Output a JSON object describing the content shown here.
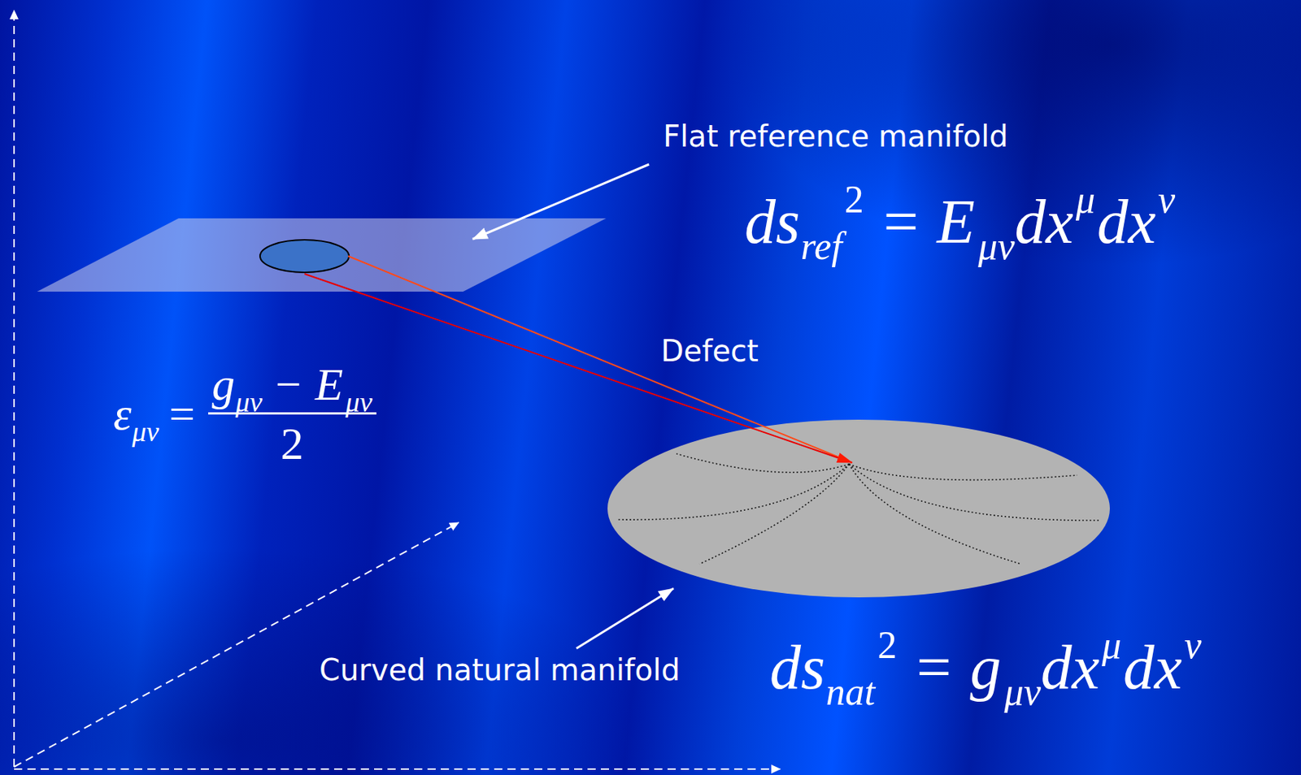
{
  "diagram": {
    "labels": [
      "Flat reference manifold",
      "ds",
      "ref",
      "2",
      "= E",
      "μν",
      "dx",
      "μ",
      "dx",
      "ν",
      "Defect",
      "ε",
      "μν",
      "=",
      "g",
      "μν",
      "− E",
      "μν",
      "2",
      "Curved natural manifold",
      "ds",
      "nat",
      "2",
      "= g",
      "μν",
      "dx",
      "μ",
      "dx",
      "ν"
    ]
  }
}
